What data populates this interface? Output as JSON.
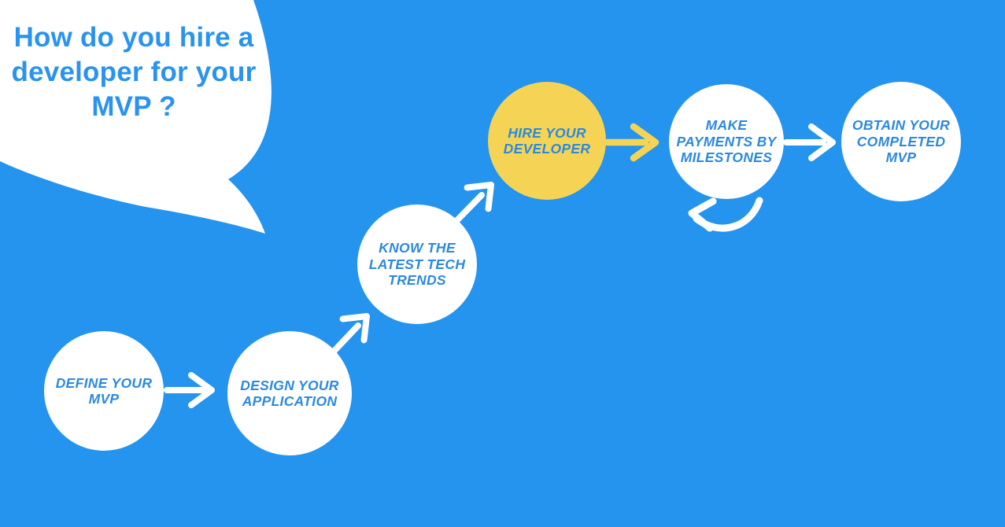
{
  "bubble": {
    "title": "How do you hire a\ndeveloper for your\nMVP ?"
  },
  "steps": [
    {
      "id": "define-mvp",
      "label": "DEFINE YOUR\nMVP",
      "highlighted": false
    },
    {
      "id": "design-application",
      "label": "DESIGN YOUR\nAPPLICATION",
      "highlighted": false
    },
    {
      "id": "know-tech-trends",
      "label": "KNOW THE\nLATEST TECH\nTRENDS",
      "highlighted": false
    },
    {
      "id": "hire-developer",
      "label": "HIRE YOUR\nDEVELOPER",
      "highlighted": true
    },
    {
      "id": "payments-milestones",
      "label": "MAKE\nPAYMENTS BY\nMILESTONES",
      "highlighted": false
    },
    {
      "id": "obtain-mvp",
      "label": "OBTAIN YOUR\nCOMPLETED\nMVP",
      "highlighted": false
    }
  ],
  "colors": {
    "background_blue": "#2494EE",
    "circle_white": "#FFFFFF",
    "highlight_yellow": "#F5D455",
    "text_blue": "#2C89DE",
    "title_blue": "#2A93EE",
    "arrow_white": "#FFFFFF",
    "arrow_yellow": "#F5D455"
  }
}
